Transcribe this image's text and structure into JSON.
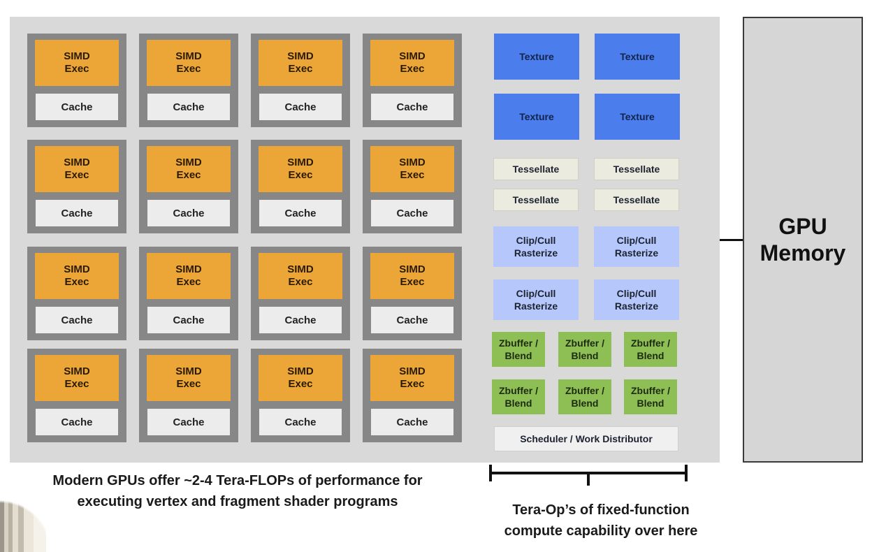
{
  "core": {
    "simd_line1": "SIMD",
    "simd_line2": "Exec",
    "cache": "Cache"
  },
  "texture": "Texture",
  "tessellate": "Tessellate",
  "clip": {
    "line1": "Clip/Cull",
    "line2": "Rasterize"
  },
  "zbuffer": {
    "line1": "Zbuffer /",
    "line2": "Blend"
  },
  "scheduler": "Scheduler / Work Distributor",
  "memory": {
    "label": "GPU Memory"
  },
  "caption_left": {
    "line1": "Modern GPUs offer ~2-4 Tera-FLOPs of performance for",
    "line2": "executing vertex and fragment shader programs"
  },
  "caption_right": {
    "line1": "Tera-Op’s of fixed-function",
    "line2": "compute capability over here"
  },
  "colors": {
    "simd": "#eba637",
    "cache": "#ececec",
    "core_frame": "#878787",
    "texture": "#4b7ded",
    "tessellate": "#ebecdf",
    "clip": "#b6c7fb",
    "zbuffer": "#8ebf55",
    "scheduler": "#f0f0f0",
    "chip_bg": "#d9d9d9"
  }
}
